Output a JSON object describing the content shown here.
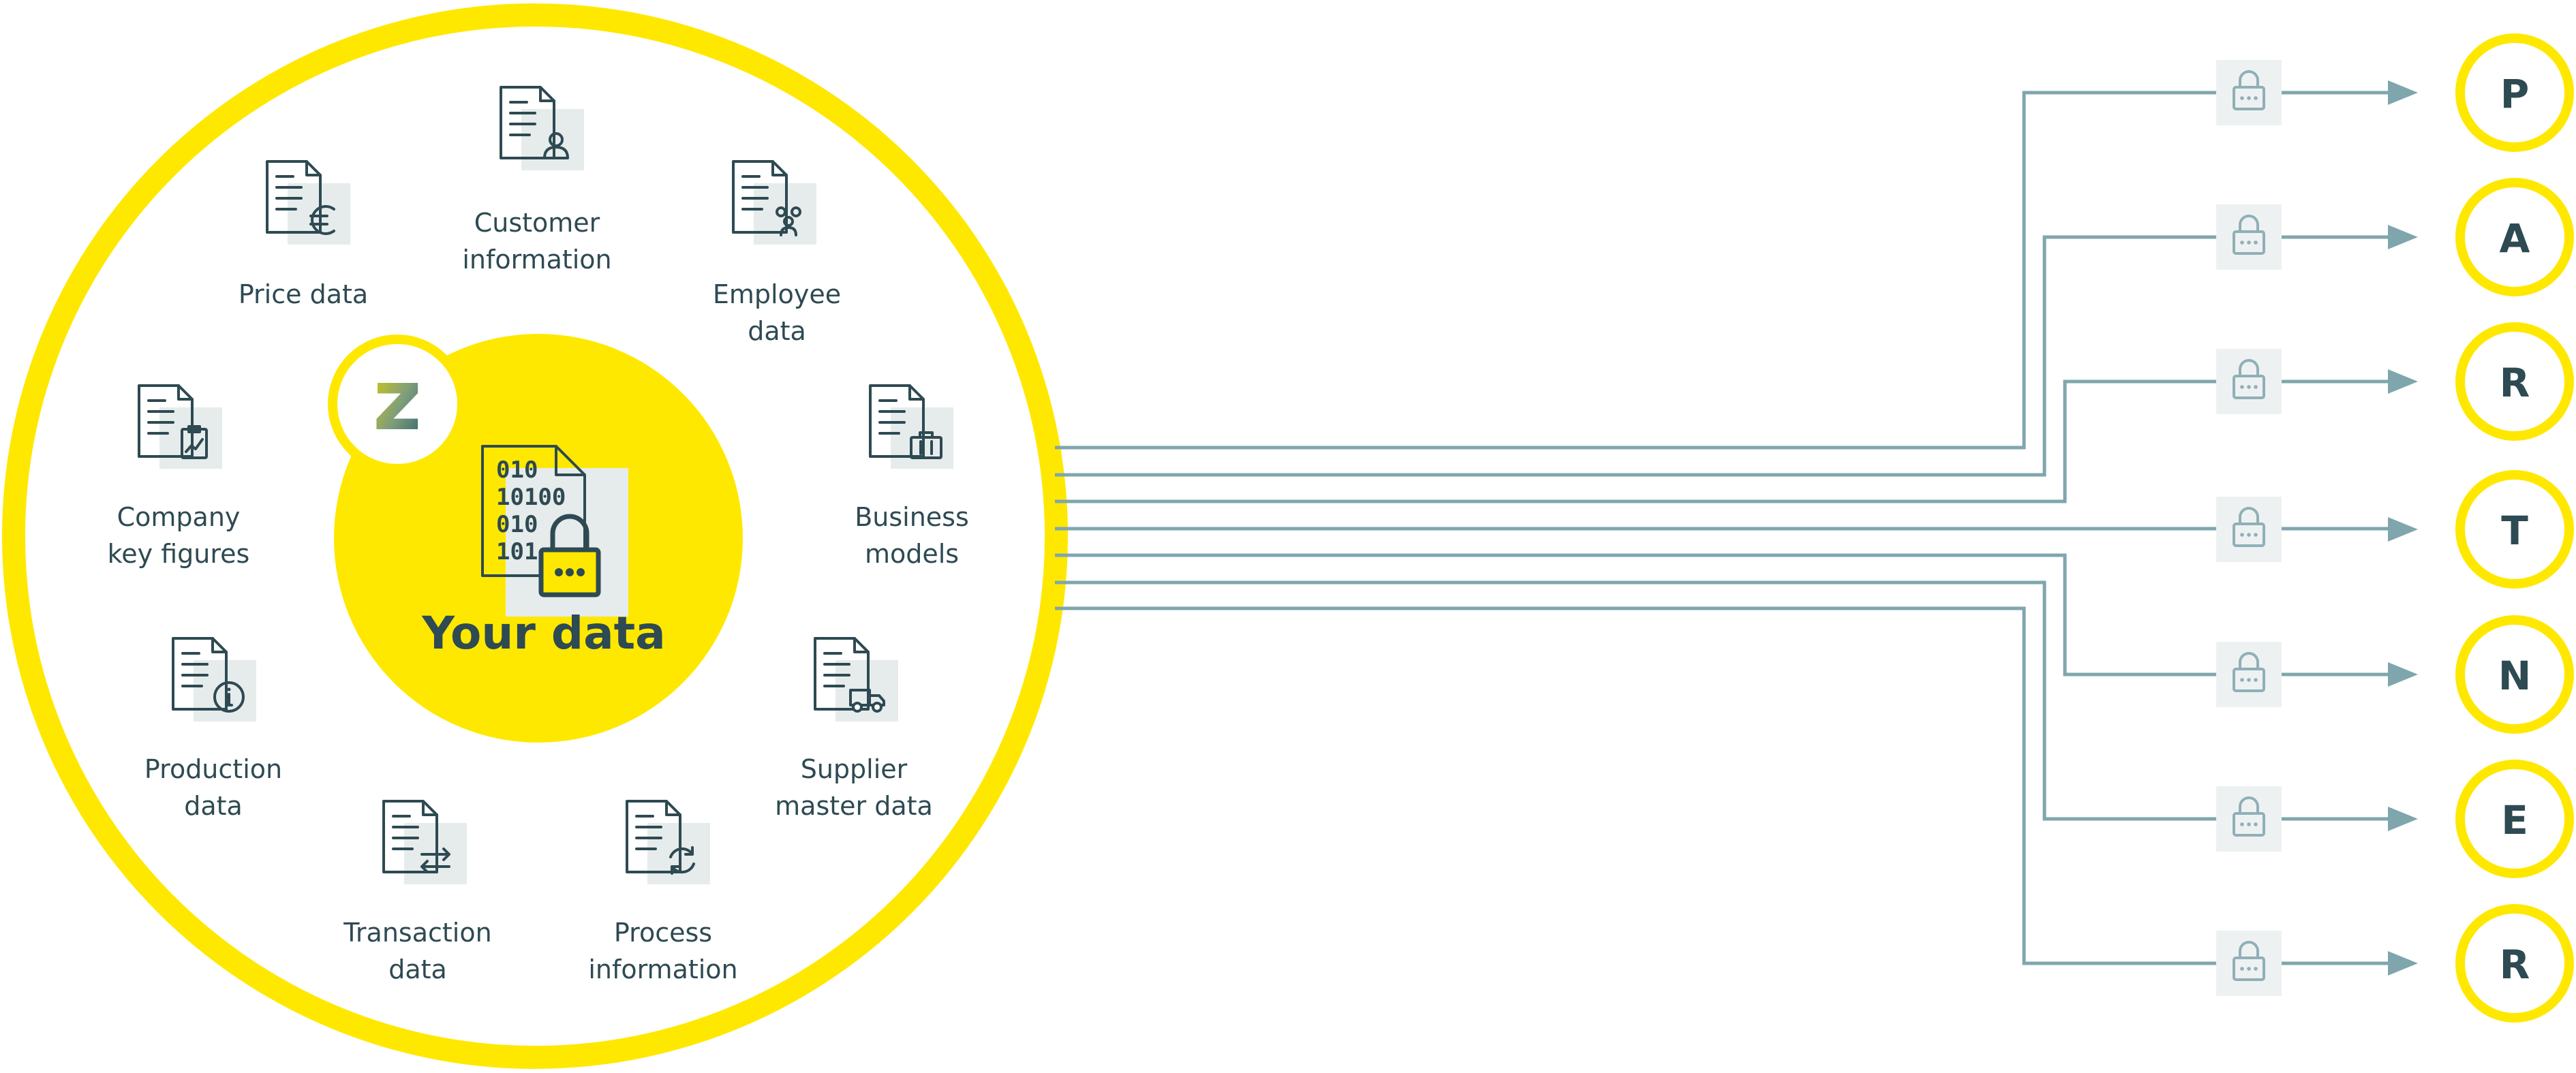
{
  "center": {
    "title": "Your data",
    "logo_letter": "z"
  },
  "colors": {
    "yellow": "#ffe800",
    "text": "#2e4a52",
    "line": "#7fa6ad",
    "icon_shadow": "#e6ebec"
  },
  "categories": [
    {
      "label_lines": [
        "Customer",
        "information"
      ],
      "icon": "document-person-icon"
    },
    {
      "label_lines": [
        "Price data"
      ],
      "icon": "document-euro-icon"
    },
    {
      "label_lines": [
        "Employee",
        "data"
      ],
      "icon": "document-people-icon"
    },
    {
      "label_lines": [
        "Company",
        "key figures"
      ],
      "icon": "document-clipboard-chart-icon"
    },
    {
      "label_lines": [
        "Business",
        "models"
      ],
      "icon": "document-briefcase-icon"
    },
    {
      "label_lines": [
        "Production",
        "data"
      ],
      "icon": "document-info-icon"
    },
    {
      "label_lines": [
        "Supplier",
        "master data"
      ],
      "icon": "document-truck-icon"
    },
    {
      "label_lines": [
        "Transaction",
        "data"
      ],
      "icon": "document-exchange-icon"
    },
    {
      "label_lines": [
        "Process",
        "information"
      ],
      "icon": "document-refresh-icon"
    }
  ],
  "partner_letters": [
    "P",
    "A",
    "R",
    "T",
    "N",
    "E",
    "R"
  ],
  "connector_icon": "lock-icon"
}
